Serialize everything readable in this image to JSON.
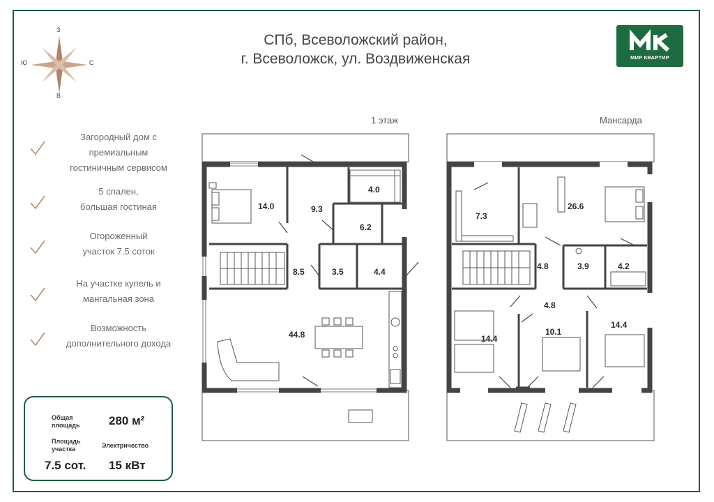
{
  "title": {
    "line1": "СПб, Всеволожский район,",
    "line2": "г. Всеволожск, ул. Воздвиженская"
  },
  "logo": {
    "text": "МИР КВАРТИР",
    "color": "#1f6b41"
  },
  "compass": {
    "north": "З",
    "south": "В",
    "west": "Ю",
    "east": "С"
  },
  "features": [
    "Загородный дом с\nпремиальным\nгостиничным сервисом",
    "5 спален,\nбольшая гостиная",
    "Огороженный\nучасток 7.5 соток",
    "На участке купель и\nмангальная зона",
    "Возможность\nдополнительного дохода"
  ],
  "stats": {
    "total_area_label": "Общая\nплощадь",
    "total_area_value": "280 м²",
    "plot_label": "Площадь\nучастка",
    "plot_value": "7.5 сот.",
    "power_label": "Электричество",
    "power_value": "15 кВт"
  },
  "floor1": {
    "label": "1 этаж",
    "rooms": [
      "14.0",
      "9.3",
      "4.0",
      "6.2",
      "8.5",
      "3.5",
      "4.4",
      "44.8"
    ]
  },
  "attic": {
    "label": "Мансарда",
    "rooms": [
      "7.3",
      "26.6",
      "4.8",
      "3.9",
      "4.2",
      "4.8",
      "14.4",
      "10.1",
      "14.4"
    ]
  },
  "accent_color": "#1f5c3b"
}
